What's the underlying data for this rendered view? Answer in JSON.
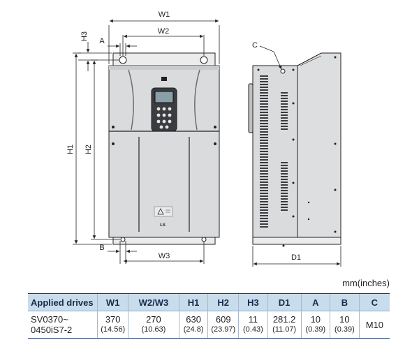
{
  "drawing": {
    "front_labels": {
      "W1": "W1",
      "W2": "W2",
      "W3": "W3",
      "H1": "H1",
      "H2": "H2",
      "H3": "H3",
      "A": "A",
      "B": "B"
    },
    "side_labels": {
      "C": "C",
      "D1": "D1"
    },
    "logo_text": "LS"
  },
  "units_note": "mm(inches)",
  "table": {
    "headers": [
      "Applied drives",
      "W1",
      "W2/W3",
      "H1",
      "H2",
      "H3",
      "D1",
      "A",
      "B",
      "C"
    ],
    "row": {
      "drive_line1": "SV0370~",
      "drive_line2": "0450iS7-2",
      "cells": [
        {
          "mm": "370",
          "in": "(14.56)"
        },
        {
          "mm": "270",
          "in": "(10.63)"
        },
        {
          "mm": "630",
          "in": "(24.8)"
        },
        {
          "mm": "609",
          "in": "(23.97)"
        },
        {
          "mm": "11",
          "in": "(0.43)"
        },
        {
          "mm": "281.2",
          "in": "(11.07)"
        },
        {
          "mm": "10",
          "in": "(0.39)"
        },
        {
          "mm": "10",
          "in": "(0.39)"
        }
      ],
      "c_value": "M10"
    }
  },
  "colors": {
    "header_bg": "#c9dcec",
    "rule": "#1f3864",
    "body_gray": "#d9dbdd",
    "line": "#231f20"
  }
}
